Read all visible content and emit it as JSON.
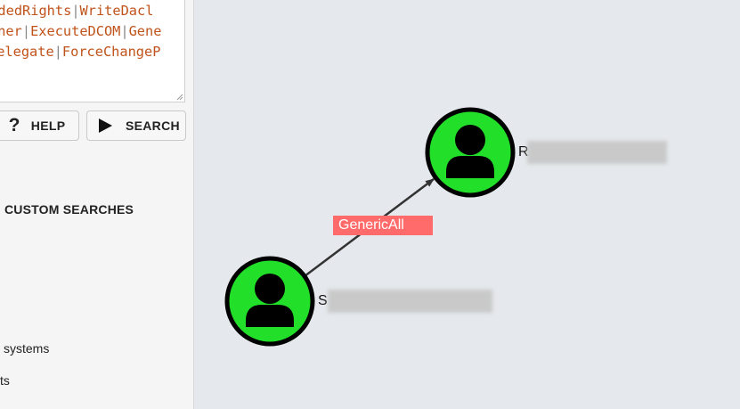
{
  "query_box": {
    "lines": [
      [
        "endedRights",
        "WriteDacl"
      ],
      [
        "wner",
        "ExecuteDCOM",
        "Gene"
      ],
      [
        "Delegate",
        "ForceChangeP"
      ]
    ]
  },
  "buttons": {
    "help_label": "HELP",
    "search_label": "SEARCH"
  },
  "custom_searches": {
    "title": "CUSTOM SEARCHES",
    "items": [
      "systems",
      "ts"
    ]
  },
  "graph": {
    "nodes": [
      {
        "label_prefix": "R",
        "color": "#22e02a"
      },
      {
        "label_prefix": "S",
        "color": "#22e02a"
      }
    ],
    "edge": {
      "label": "GenericAll",
      "label_bg": "#ff6b6b"
    }
  },
  "colors": {
    "graph_bg": "#e5e9ed",
    "node_fill": "#22e02a",
    "query_text": "#c0531a"
  }
}
